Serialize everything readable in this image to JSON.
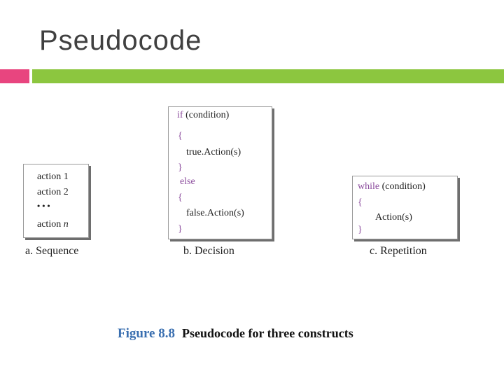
{
  "title": "Pseudocode",
  "colors": {
    "accent_pink": "#e8457f",
    "accent_green": "#8cc63f",
    "keyword": "#8a4a9c",
    "figure_number": "#3a6fb0"
  },
  "sequence": {
    "lines": [
      "action 1",
      "action 2",
      "• • •",
      "action n"
    ],
    "caption": "a. Sequence"
  },
  "decision": {
    "if_kw": "if",
    "condition": "(condition)",
    "open1": "{",
    "true_action": "true.Action(s)",
    "close1": "}",
    "else_kw": "else",
    "open2": "{",
    "false_action": "false.Action(s)",
    "close2": "}",
    "caption": "b. Decision"
  },
  "repetition": {
    "while_kw": "while",
    "condition": "(condition)",
    "open": "{",
    "action": "Action(s)",
    "close": "}",
    "caption": "c. Repetition"
  },
  "figure": {
    "number": "Figure 8.8",
    "text": "Pseudocode for three constructs"
  }
}
